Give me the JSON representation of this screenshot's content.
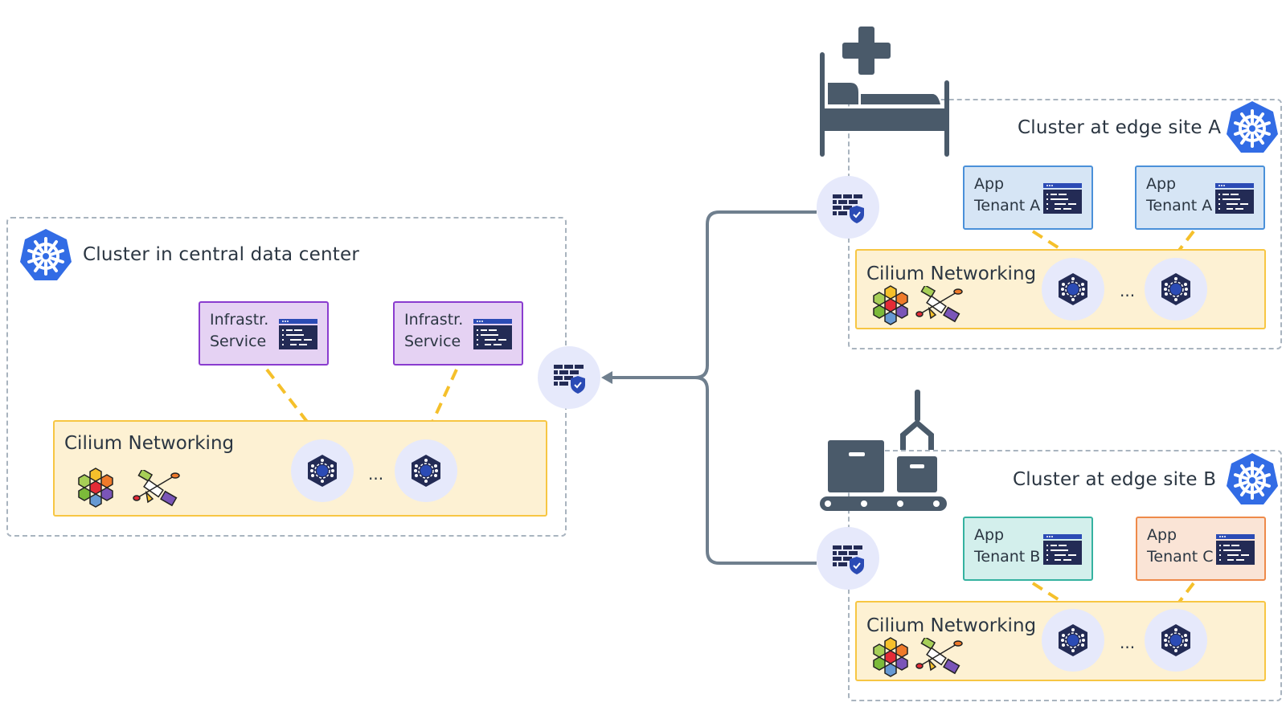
{
  "colors": {
    "k8s_blue": "#326ce5",
    "navy": "#232b55",
    "node_bg": "#e6e9fb",
    "cilium_bg": "#fdf1d3",
    "cilium_border": "#f7c643",
    "dashed_link": "#f5c02b",
    "connector": "#6f7f8e",
    "pictogram": "#4a5a6a",
    "infra_bg": "#e5d2f3",
    "infra_border": "#8a3ccf",
    "tenantA_bg": "#d6e5f5",
    "tenantA_border": "#4a90d9",
    "tenantB_bg": "#d3efec",
    "tenantB_border": "#35b2a0",
    "tenantC_bg": "#fae4d6",
    "tenantC_border": "#ee8a4a"
  },
  "central": {
    "title": "Cluster in central data center",
    "icon": "kubernetes-icon",
    "services": [
      {
        "line1": "Infrastr.",
        "line2": "Service"
      },
      {
        "line1": "Infrastr.",
        "line2": "Service"
      }
    ],
    "cilium": {
      "title": "Cilium Networking",
      "ellipsis": "..."
    }
  },
  "edge_a": {
    "title": "Cluster at edge site A",
    "pictogram": "hospital-bed-icon",
    "apps": [
      {
        "line1": "App",
        "line2": "Tenant A"
      },
      {
        "line1": "App",
        "line2": "Tenant A"
      }
    ],
    "cilium": {
      "title": "Cilium Networking",
      "ellipsis": "..."
    }
  },
  "edge_b": {
    "title": "Cluster at edge site B",
    "pictogram": "factory-conveyor-icon",
    "apps": [
      {
        "line1": "App",
        "line2": "Tenant B"
      },
      {
        "line1": "App",
        "line2": "Tenant C"
      }
    ],
    "cilium": {
      "title": "Cilium Networking",
      "ellipsis": "..."
    }
  },
  "firewalls": [
    "firewall-central",
    "firewall-edge-a",
    "firewall-edge-b"
  ]
}
